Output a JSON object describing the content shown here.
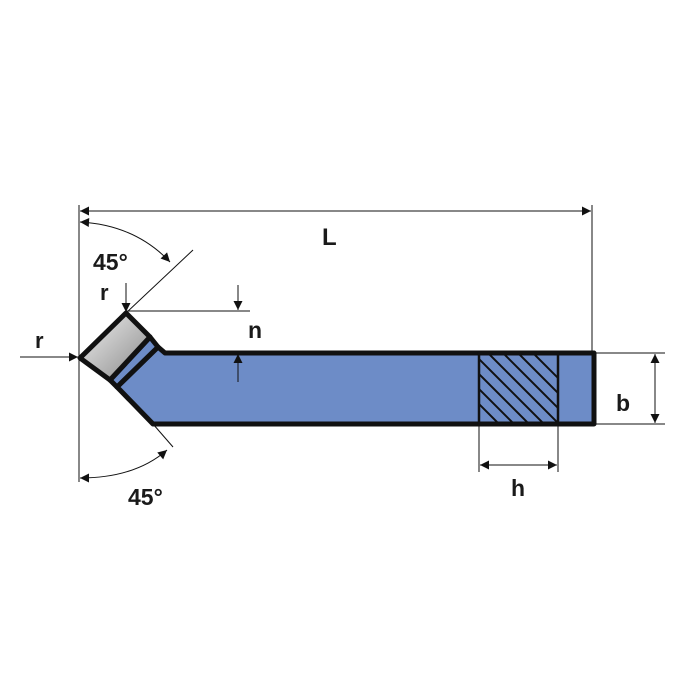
{
  "labels": {
    "length": "L",
    "angle_top": "45°",
    "angle_bottom": "45°",
    "radius_top": "r",
    "radius_left": "r",
    "offset": "n",
    "width": "b",
    "height": "h"
  },
  "colors": {
    "body": "#6d8cc7",
    "insert_light": "#eeeeee",
    "insert_dark": "#8a8a8a",
    "outline": "#111111"
  }
}
